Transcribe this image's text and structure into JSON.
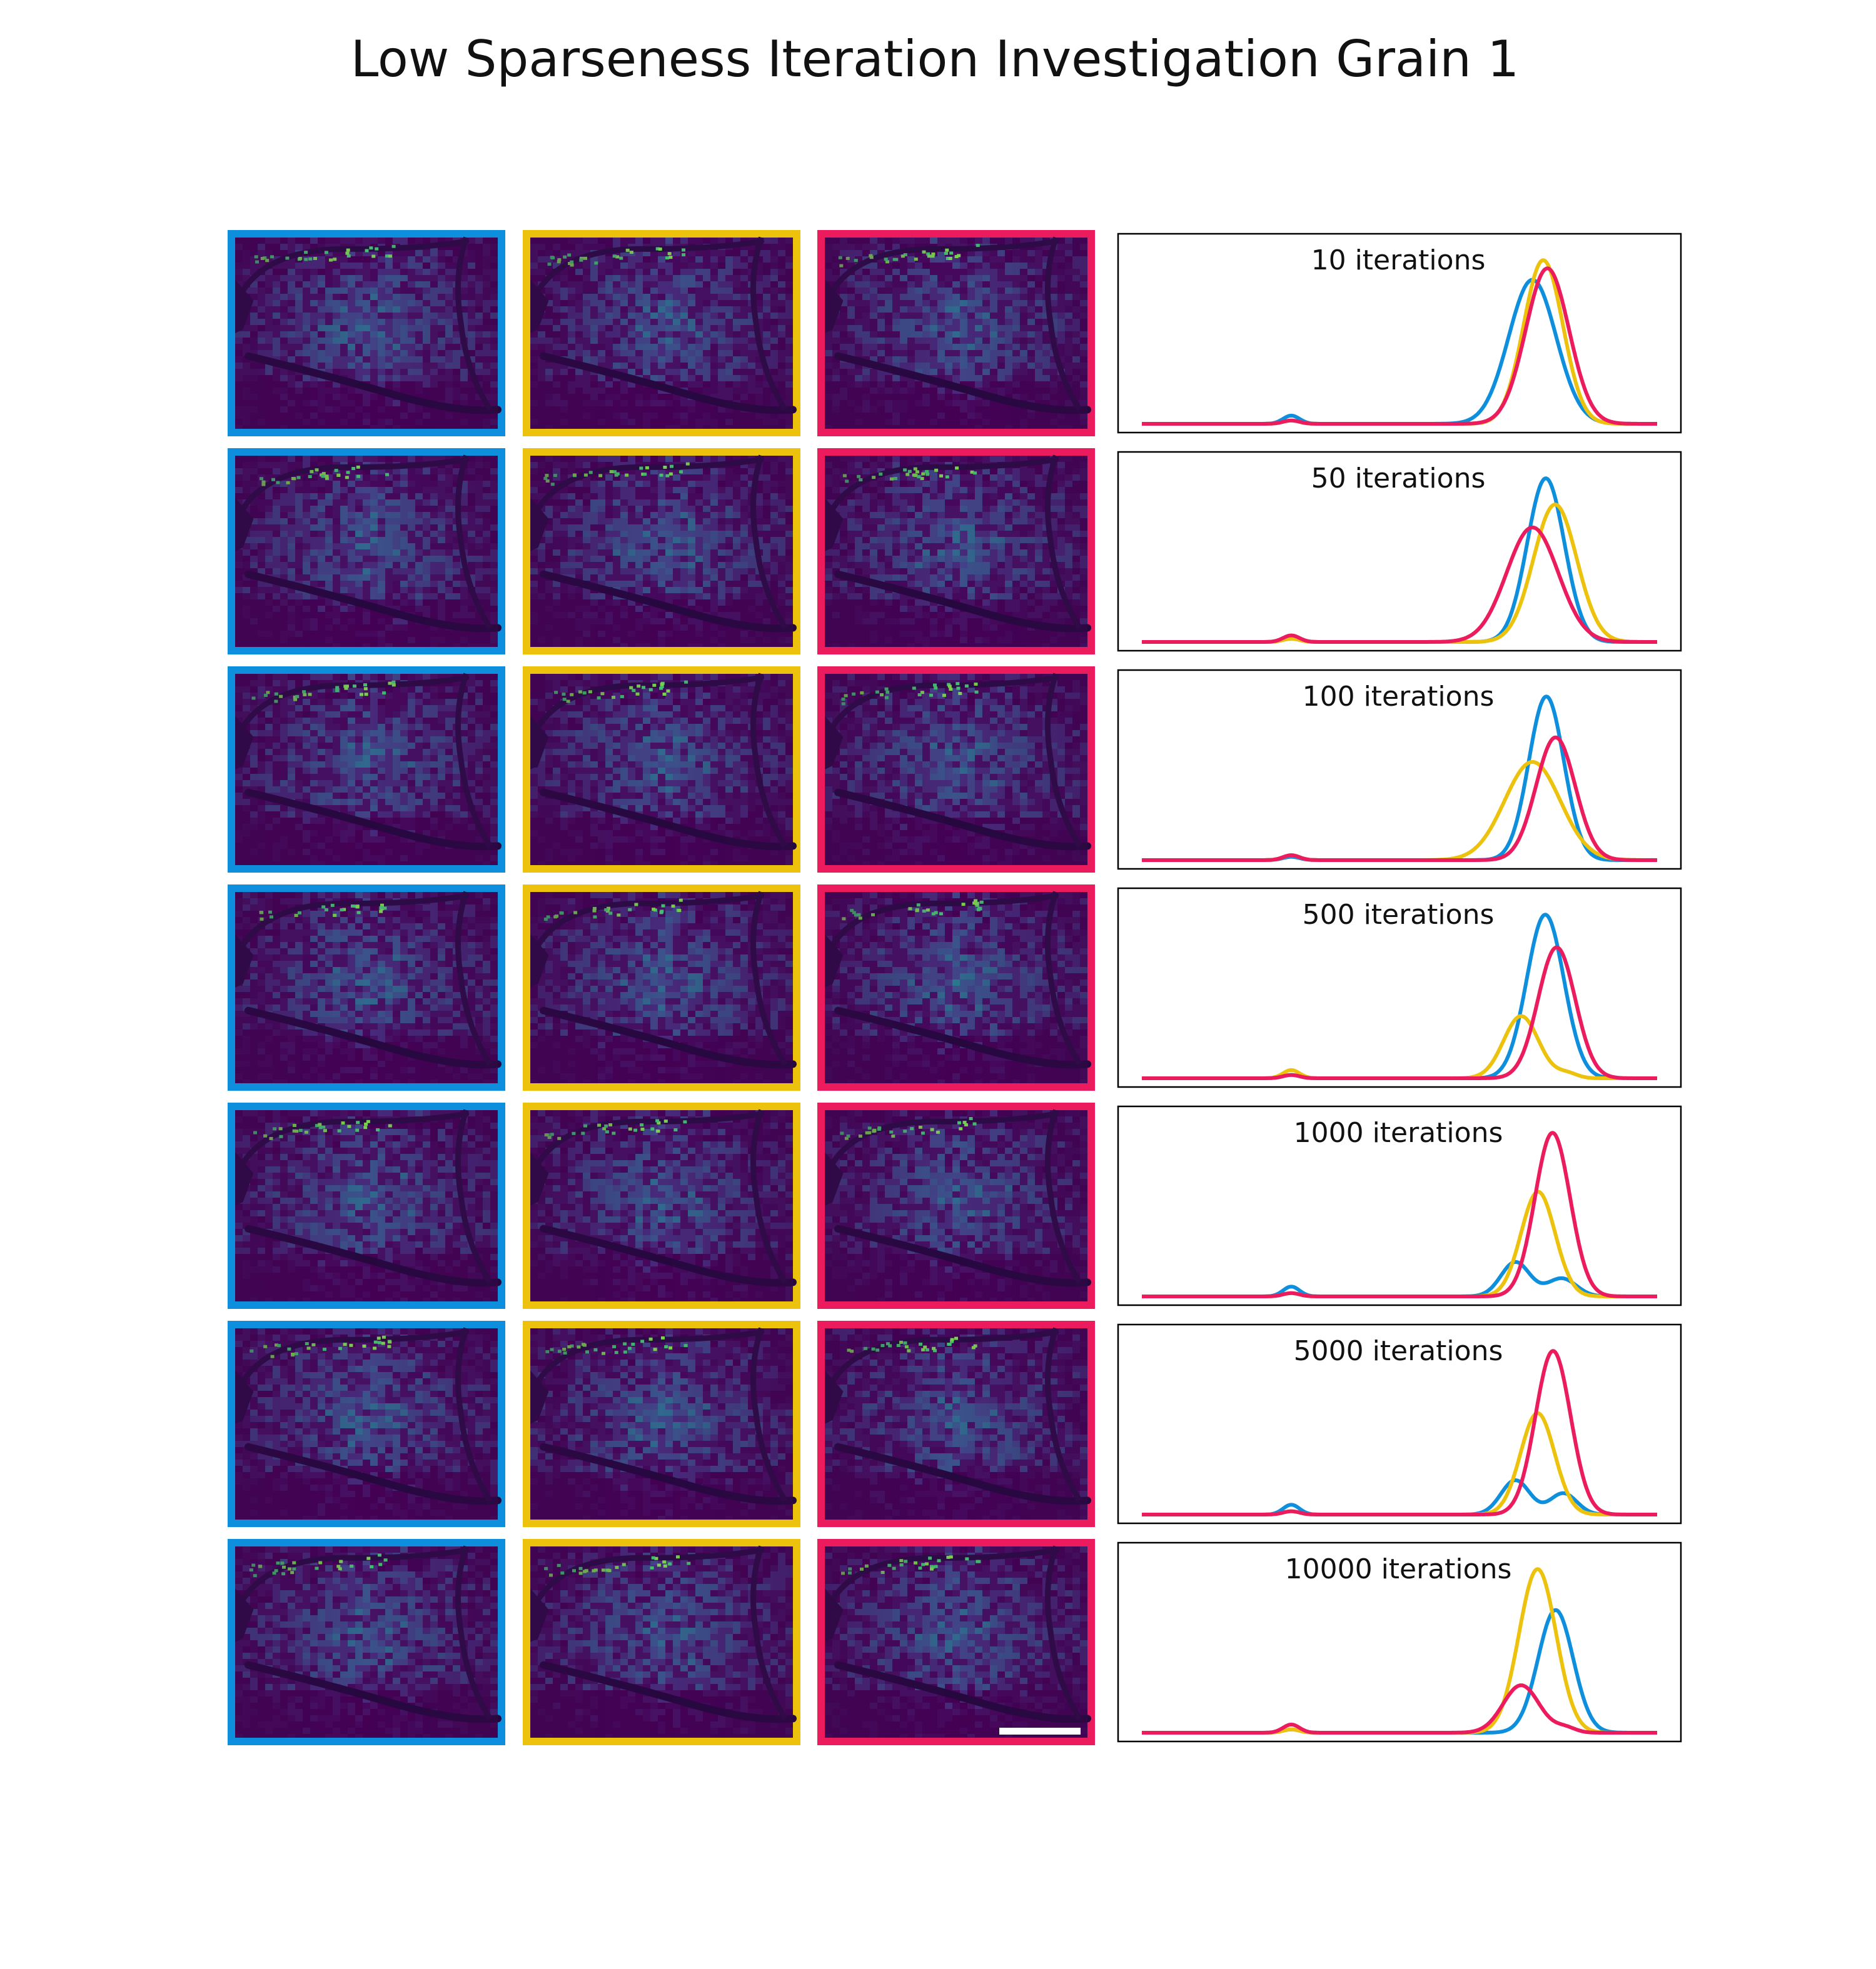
{
  "title": "Low Sparseness Iteration Investigation Grain 1",
  "colors": {
    "blue": "#0e8fdd",
    "yellow": "#edc20c",
    "red": "#ec1b5e",
    "frame": "#000000"
  },
  "chart_data": {
    "type": "line",
    "layout": "7 rows x 4 columns; columns 1-3 are image maps framed blue, yellow, red; column 4 is a line plot of the three distributions",
    "grid": false,
    "axes_visible": false,
    "xlim": [
      0,
      100
    ],
    "ylim": [
      0,
      1.1
    ],
    "series_colors": {
      "blue": "#0e8fdd",
      "yellow": "#edc20c",
      "red": "#ec1b5e"
    },
    "rows": [
      {
        "label": "10 iterations",
        "image_seeds": [
          11,
          12,
          13
        ],
        "series": [
          {
            "color": "blue",
            "peaks": [
              [
                29,
                0.05,
                1.6
              ],
              [
                75.8,
                0.88,
                4.6
              ]
            ]
          },
          {
            "color": "yellow",
            "peaks": [
              [
                29,
                0.02,
                1.6
              ],
              [
                77.9,
                1.0,
                3.8
              ]
            ]
          },
          {
            "color": "red",
            "peaks": [
              [
                29,
                0.02,
                1.6
              ],
              [
                78.7,
                0.95,
                4.2
              ]
            ]
          }
        ]
      },
      {
        "label": "50 iterations",
        "image_seeds": [
          21,
          22,
          23
        ],
        "series": [
          {
            "color": "blue",
            "peaks": [
              [
                29,
                0.02,
                1.6
              ],
              [
                78.4,
                1.0,
                3.6
              ]
            ]
          },
          {
            "color": "yellow",
            "peaks": [
              [
                29,
                0.02,
                1.6
              ],
              [
                80.2,
                0.84,
                4.2
              ]
            ]
          },
          {
            "color": "red",
            "peaks": [
              [
                29,
                0.04,
                1.6
              ],
              [
                75.8,
                0.7,
                5.0
              ]
            ]
          }
        ]
      },
      {
        "label": "100 iterations",
        "image_seeds": [
          31,
          32,
          33
        ],
        "series": [
          {
            "color": "blue",
            "peaks": [
              [
                29,
                0.02,
                1.6
              ],
              [
                78.5,
                1.0,
                3.4
              ]
            ]
          },
          {
            "color": "yellow",
            "peaks": [
              [
                29,
                0.03,
                1.6
              ],
              [
                75.8,
                0.6,
                5.4
              ]
            ]
          },
          {
            "color": "red",
            "peaks": [
              [
                29,
                0.03,
                1.6
              ],
              [
                80.3,
                0.75,
                3.8
              ]
            ]
          }
        ]
      },
      {
        "label": "500 iterations",
        "image_seeds": [
          41,
          42,
          43
        ],
        "series": [
          {
            "color": "blue",
            "peaks": [
              [
                29,
                0.02,
                1.6
              ],
              [
                78.3,
                1.0,
                3.6
              ]
            ]
          },
          {
            "color": "yellow",
            "peaks": [
              [
                29,
                0.05,
                1.6
              ],
              [
                73.6,
                0.38,
                3.4
              ],
              [
                82.5,
                0.03,
                2.0
              ]
            ]
          },
          {
            "color": "red",
            "peaks": [
              [
                29,
                0.02,
                1.6
              ],
              [
                80.5,
                0.8,
                3.6
              ]
            ]
          }
        ]
      },
      {
        "label": "1000 iterations",
        "image_seeds": [
          51,
          52,
          53
        ],
        "series": [
          {
            "color": "blue",
            "peaks": [
              [
                29,
                0.06,
                1.6
              ],
              [
                72.5,
                0.21,
                2.8
              ],
              [
                81.5,
                0.11,
                2.8
              ]
            ]
          },
          {
            "color": "yellow",
            "peaks": [
              [
                29,
                0.02,
                1.6
              ],
              [
                76.9,
                0.64,
                3.3
              ]
            ]
          },
          {
            "color": "red",
            "peaks": [
              [
                29,
                0.02,
                1.6
              ],
              [
                79.7,
                1.0,
                3.4
              ]
            ]
          }
        ]
      },
      {
        "label": "5000 iterations",
        "image_seeds": [
          61,
          62,
          63
        ],
        "series": [
          {
            "color": "blue",
            "peaks": [
              [
                29,
                0.06,
                1.6
              ],
              [
                72.5,
                0.21,
                2.8
              ],
              [
                81.8,
                0.13,
                2.6
              ]
            ]
          },
          {
            "color": "yellow",
            "peaks": [
              [
                29,
                0.02,
                1.6
              ],
              [
                76.8,
                0.62,
                3.3
              ]
            ]
          },
          {
            "color": "red",
            "peaks": [
              [
                29,
                0.02,
                1.6
              ],
              [
                79.8,
                1.0,
                3.4
              ]
            ]
          }
        ]
      },
      {
        "label": "10000 iterations",
        "image_seeds": [
          71,
          72,
          73
        ],
        "series": [
          {
            "color": "blue",
            "peaks": [
              [
                29,
                0.02,
                1.6
              ],
              [
                80.3,
                0.75,
                3.4
              ]
            ]
          },
          {
            "color": "yellow",
            "peaks": [
              [
                29,
                0.02,
                1.6
              ],
              [
                76.8,
                1.0,
                3.6
              ]
            ]
          },
          {
            "color": "red",
            "peaks": [
              [
                29,
                0.05,
                1.6
              ],
              [
                73.6,
                0.29,
                3.5
              ],
              [
                82.2,
                0.03,
                2.0
              ]
            ]
          }
        ]
      }
    ]
  }
}
